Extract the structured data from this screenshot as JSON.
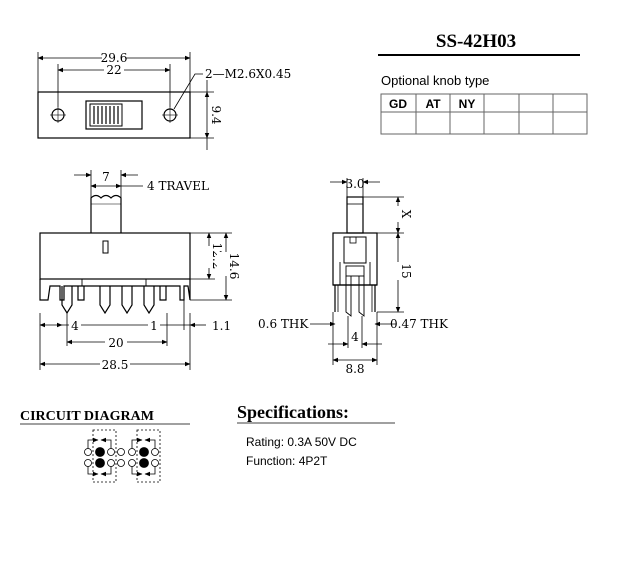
{
  "part_number": "SS-42H03",
  "top_view": {
    "overall_width": "29.6",
    "hole_spacing": "22",
    "hole_callout": "2—M2.6X0.45",
    "height": "9.4"
  },
  "knob_table": {
    "heading": "Optional knob type",
    "columns": [
      "GD",
      "AT",
      "NY",
      "",
      "",
      ""
    ]
  },
  "front_view": {
    "knob_width": "7",
    "travel": "4  TRAVEL",
    "body_height": "12.2",
    "total_height": "14.6",
    "pitch_left": "4",
    "pitch_mid": "1",
    "pin_offset": "1.1",
    "pin_span": "20",
    "overall_length": "28.5"
  },
  "side_view": {
    "knob_thk": "3.0",
    "knob_x": "X",
    "height": "15",
    "left_thk": "0.6  THK",
    "right_thk": "0.47  THK",
    "pin_spacing": "4",
    "overall_width": "8.8"
  },
  "circuit": {
    "title": "CIRCUIT DIAGRAM"
  },
  "specifications": {
    "title": "Specifications:",
    "rating": "Rating: 0.3A 50V DC",
    "function": "Function: 4P2T"
  }
}
